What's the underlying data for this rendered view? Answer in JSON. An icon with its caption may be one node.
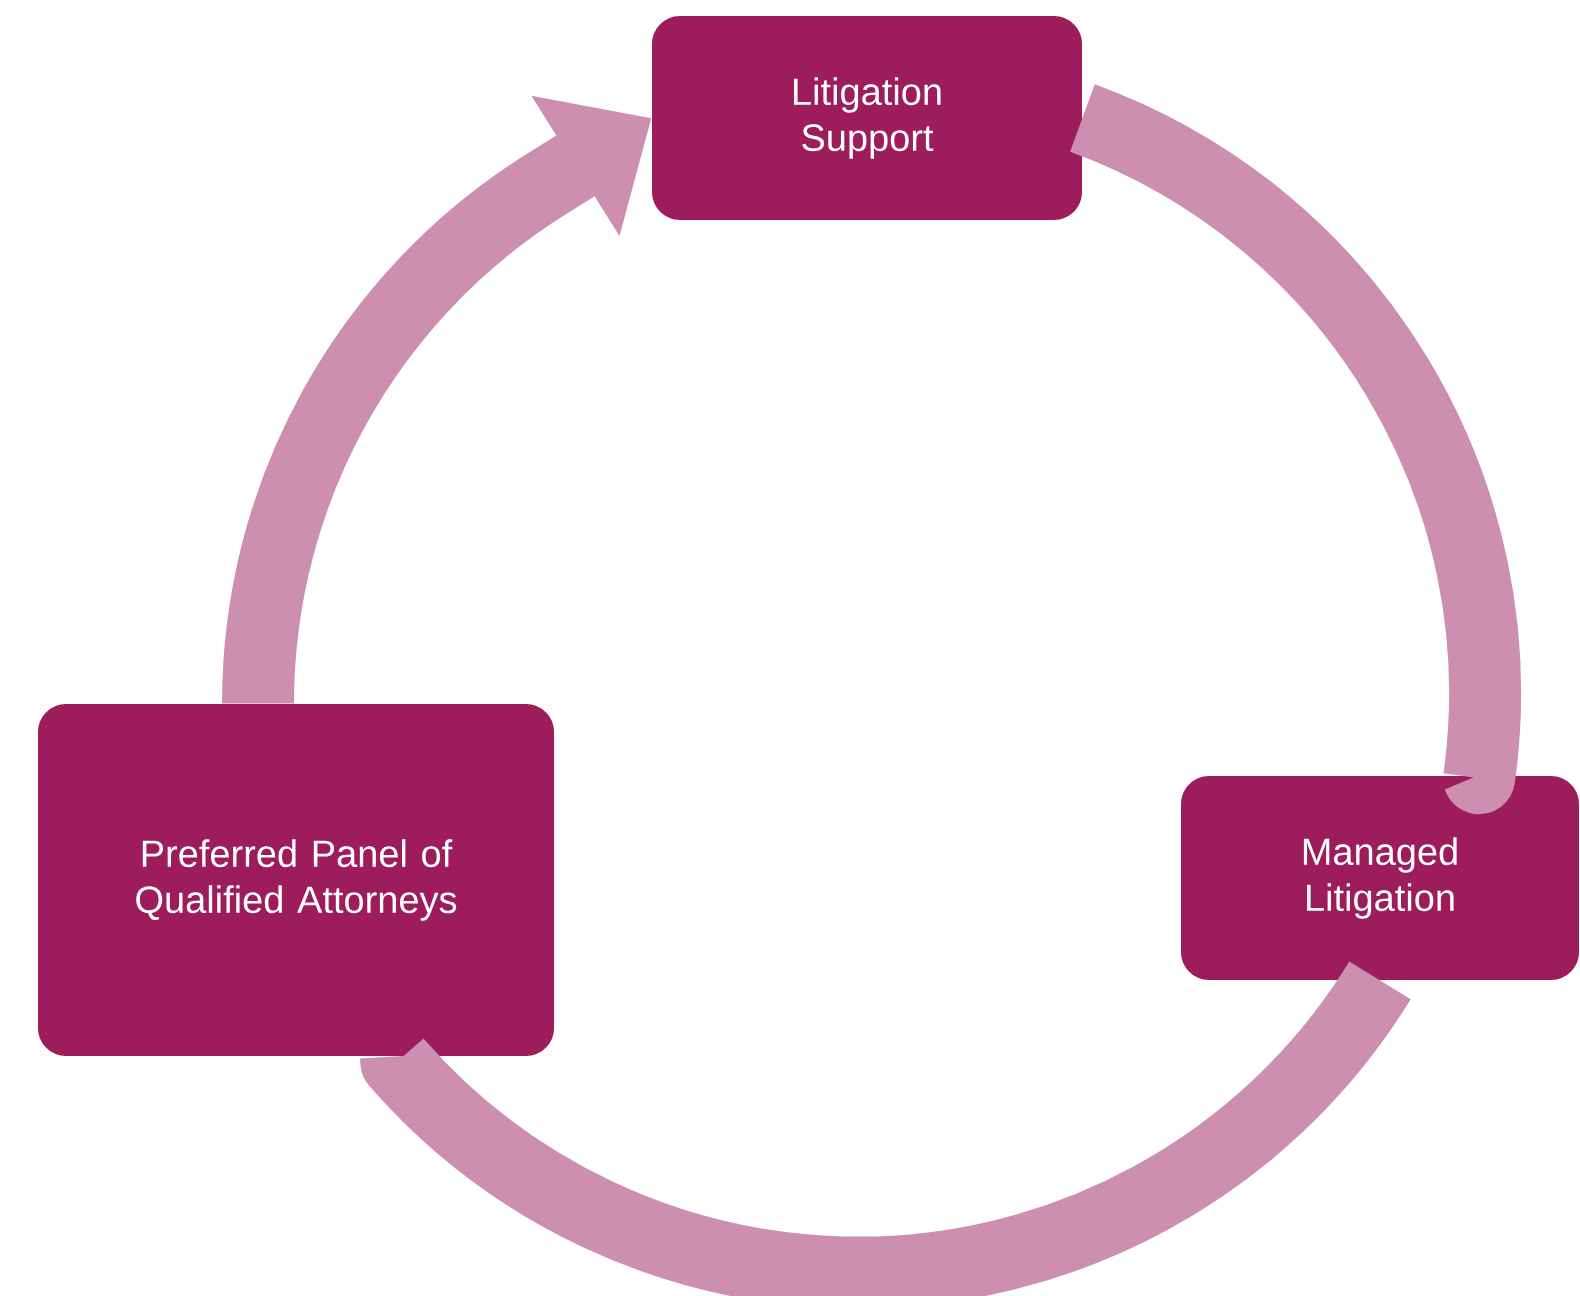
{
  "diagram": {
    "nodes": [
      {
        "text": [
          "Litigation Support"
        ]
      },
      {
        "text": [
          "Managed Litigation"
        ]
      },
      {
        "text": [
          "Preferred Panel of Qualified Attorneys"
        ]
      }
    ],
    "edges": [
      {
        "from": 0,
        "to": 1,
        "arrow": "none"
      },
      {
        "from": 1,
        "to": 2,
        "arrow": "none"
      },
      {
        "from": 2,
        "to": 0,
        "arrow": "to"
      }
    ]
  }
}
